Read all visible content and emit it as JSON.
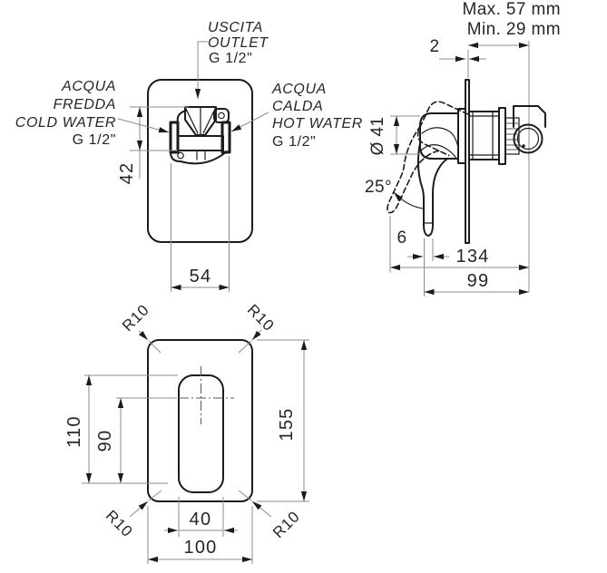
{
  "front_view": {
    "labels": {
      "outlet": [
        "USCITA",
        "OUTLET",
        "G 1/2\""
      ],
      "cold_water": [
        "ACQUA",
        "FREDDA",
        "COLD WATER",
        "G 1/2\""
      ],
      "hot_water": [
        "ACQUA",
        "CALDA",
        "HOT WATER",
        "G 1/2\""
      ]
    },
    "dims": {
      "inlet_height": "42",
      "inlet_spacing": "54"
    }
  },
  "side_view": {
    "dims": {
      "max_depth": "Max. 57 mm",
      "min_depth": "Min. 29 mm",
      "plate_thickness": "2",
      "handle_diameter": "Ø 41",
      "handle_angle": "25°",
      "lever_tip": "6",
      "total_depth": "134",
      "handle_depth": "99"
    }
  },
  "bottom_view": {
    "dims": {
      "plate_width": "100",
      "plate_height": "155",
      "slot_width": "40",
      "slot_height": "110",
      "slot_center": "90",
      "corner_top_left": "R10",
      "corner_top_right": "R10",
      "corner_bottom_left": "R10",
      "corner_bottom_right": "R10"
    }
  },
  "colors": {
    "object_line": "#1b1b1b",
    "dimension_line": "#8c8c8c",
    "text": "#262626",
    "background": "#ffffff"
  }
}
